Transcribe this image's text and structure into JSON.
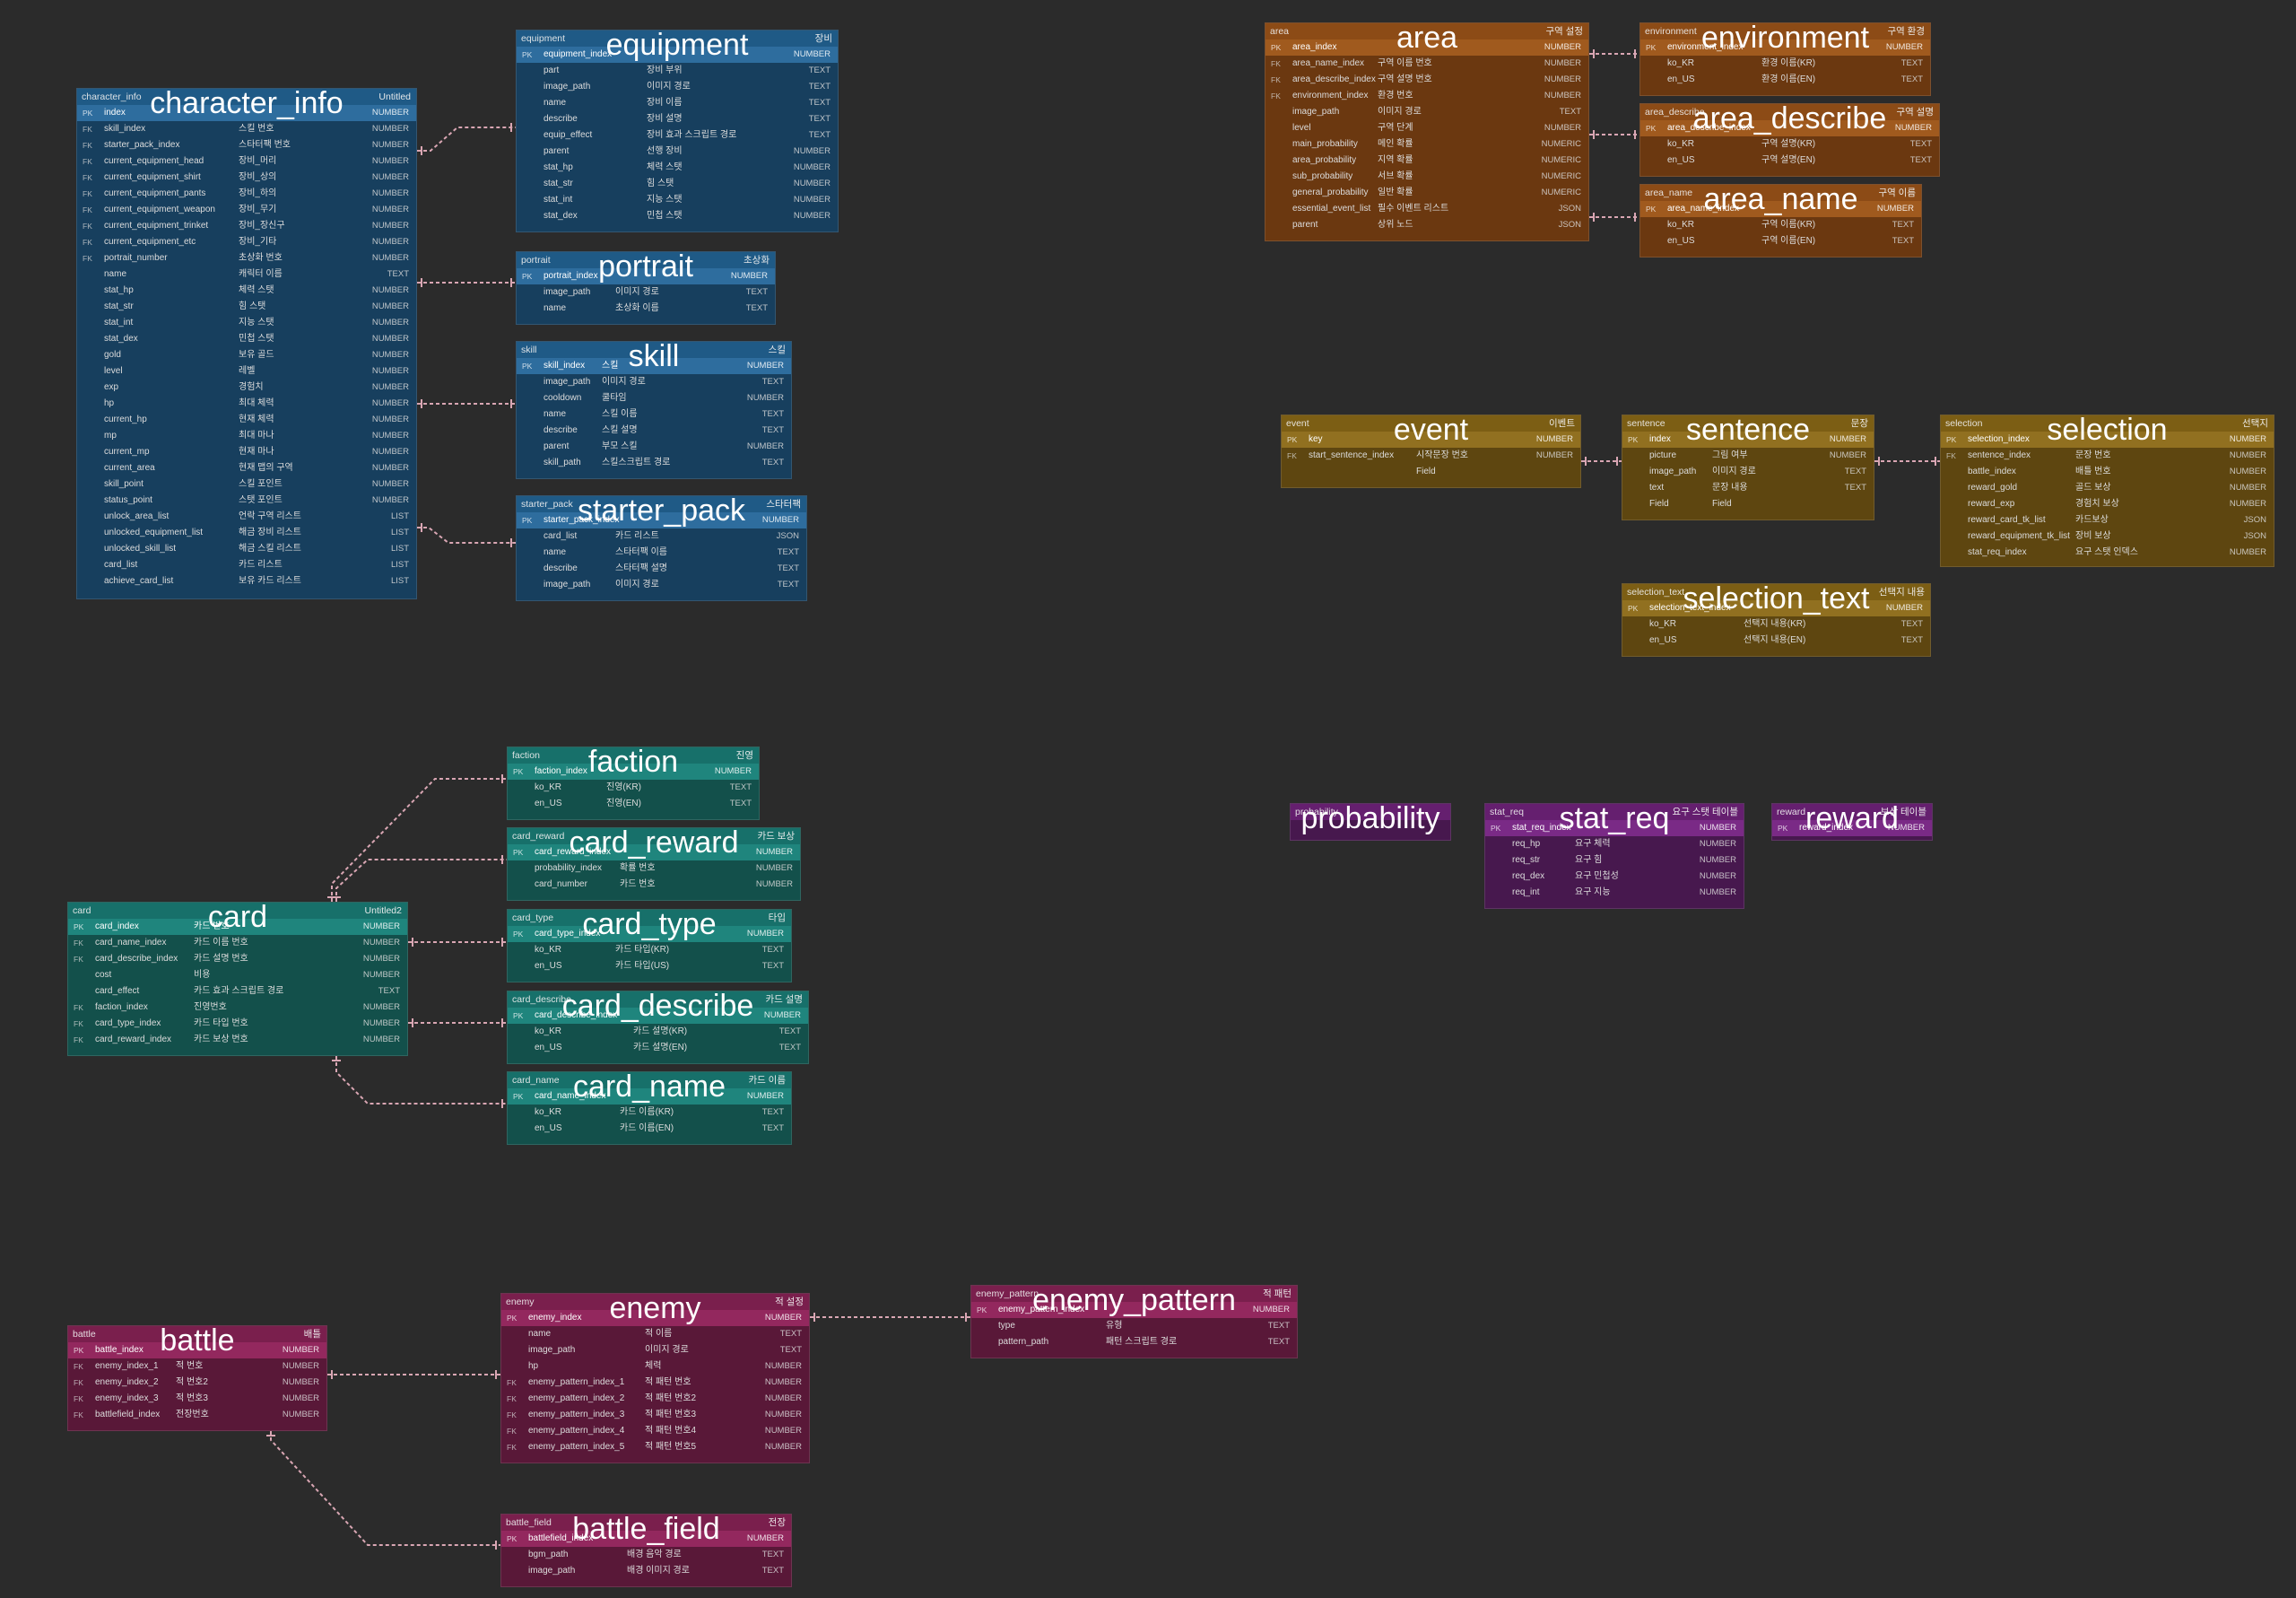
{
  "colors": {
    "background": "#2b2b2b",
    "link": "#d9a6b3"
  },
  "tables": [
    {
      "id": "character_info",
      "title": "character_info",
      "name": "character_info",
      "comment": "Untitled",
      "theme": "blue",
      "rows": [
        [
          "pk",
          "index",
          "",
          "NUMBER"
        ],
        [
          "fk",
          "skill_index",
          "스킬 번호",
          "NUMBER"
        ],
        [
          "fk",
          "starter_pack_index",
          "스타터팩 번호",
          "NUMBER"
        ],
        [
          "fk",
          "current_equipment_head",
          "장비_머리",
          "NUMBER"
        ],
        [
          "fk",
          "current_equipment_shirt",
          "장비_상의",
          "NUMBER"
        ],
        [
          "fk",
          "current_equipment_pants",
          "장비_하의",
          "NUMBER"
        ],
        [
          "fk",
          "current_equipment_weapon",
          "장비_무기",
          "NUMBER"
        ],
        [
          "fk",
          "current_equipment_trinket",
          "장비_장신구",
          "NUMBER"
        ],
        [
          "fk",
          "current_equipment_etc",
          "장비_기타",
          "NUMBER"
        ],
        [
          "fk",
          "portrait_number",
          "초상화 번호",
          "NUMBER"
        ],
        [
          "",
          "name",
          "캐릭터 이름",
          "TEXT"
        ],
        [
          "",
          "stat_hp",
          "체력 스탯",
          "NUMBER"
        ],
        [
          "",
          "stat_str",
          "힘 스탯",
          "NUMBER"
        ],
        [
          "",
          "stat_int",
          "지능 스탯",
          "NUMBER"
        ],
        [
          "",
          "stat_dex",
          "민첩 스탯",
          "NUMBER"
        ],
        [
          "",
          "gold",
          "보유 골드",
          "NUMBER"
        ],
        [
          "",
          "level",
          "레벨",
          "NUMBER"
        ],
        [
          "",
          "exp",
          "경험치",
          "NUMBER"
        ],
        [
          "",
          "hp",
          "최대 체력",
          "NUMBER"
        ],
        [
          "",
          "current_hp",
          "현재 체력",
          "NUMBER"
        ],
        [
          "",
          "mp",
          "최대 마나",
          "NUMBER"
        ],
        [
          "",
          "current_mp",
          "현재 마나",
          "NUMBER"
        ],
        [
          "",
          "current_area",
          "현재 맵의 구역",
          "NUMBER"
        ],
        [
          "",
          "skill_point",
          "스킬 포인트",
          "NUMBER"
        ],
        [
          "",
          "status_point",
          "스탯 포인트",
          "NUMBER"
        ],
        [
          "",
          "unlock_area_list",
          "언락 구역 리스트",
          "LIST"
        ],
        [
          "",
          "unlocked_equipment_list",
          "해금 장비 리스트",
          "LIST"
        ],
        [
          "",
          "unlocked_skill_list",
          "해금 스킬 리스트",
          "LIST"
        ],
        [
          "",
          "card_list",
          "카드 리스트",
          "LIST"
        ],
        [
          "",
          "achieve_card_list",
          "보유 카드 리스트",
          "LIST"
        ]
      ]
    },
    {
      "id": "equipment",
      "title": "equipment",
      "name": "equipment",
      "comment": "장비",
      "theme": "blue",
      "rows": [
        [
          "pk",
          "equipment_index",
          "",
          "NUMBER"
        ],
        [
          "",
          "part",
          "장비 부위",
          "TEXT"
        ],
        [
          "",
          "image_path",
          "이미지 경로",
          "TEXT"
        ],
        [
          "",
          "name",
          "장비 이름",
          "TEXT"
        ],
        [
          "",
          "describe",
          "장비 설명",
          "TEXT"
        ],
        [
          "",
          "equip_effect",
          "장비 효과 스크립트 경로",
          "TEXT"
        ],
        [
          "",
          "parent",
          "선행 장비",
          "NUMBER"
        ],
        [
          "",
          "stat_hp",
          "체력 스탯",
          "NUMBER"
        ],
        [
          "",
          "stat_str",
          "힘 스탯",
          "NUMBER"
        ],
        [
          "",
          "stat_int",
          "지능 스탯",
          "NUMBER"
        ],
        [
          "",
          "stat_dex",
          "민첩 스탯",
          "NUMBER"
        ]
      ]
    },
    {
      "id": "portrait",
      "title": "portrait",
      "name": "portrait",
      "comment": "초상화",
      "theme": "blue",
      "rows": [
        [
          "pk",
          "portrait_index",
          "",
          "NUMBER"
        ],
        [
          "",
          "image_path",
          "이미지 경로",
          "TEXT"
        ],
        [
          "",
          "name",
          "초상화 이름",
          "TEXT"
        ]
      ]
    },
    {
      "id": "skill",
      "title": "skill",
      "name": "skill",
      "comment": "스킬",
      "theme": "blue",
      "rows": [
        [
          "pk",
          "skill_index",
          "스킬",
          "NUMBER"
        ],
        [
          "",
          "image_path",
          "이미지 경로",
          "TEXT"
        ],
        [
          "",
          "cooldown",
          "쿨타임",
          "NUMBER"
        ],
        [
          "",
          "name",
          "스킬 이름",
          "TEXT"
        ],
        [
          "",
          "describe",
          "스킬 설명",
          "TEXT"
        ],
        [
          "",
          "parent",
          "부모 스킬",
          "NUMBER"
        ],
        [
          "",
          "skill_path",
          "스킬스크립트 경로",
          "TEXT"
        ]
      ]
    },
    {
      "id": "starter_pack",
      "title": "starter_pack",
      "name": "starter_pack",
      "comment": "스타터팩",
      "theme": "blue",
      "rows": [
        [
          "pk",
          "starter_pack_index",
          "",
          "NUMBER"
        ],
        [
          "",
          "card_list",
          "카드 리스트",
          "JSON"
        ],
        [
          "",
          "name",
          "스타터팩 이름",
          "TEXT"
        ],
        [
          "",
          "describe",
          "스타터팩 설명",
          "TEXT"
        ],
        [
          "",
          "image_path",
          "이미지 경로",
          "TEXT"
        ]
      ]
    },
    {
      "id": "area",
      "title": "area",
      "name": "area",
      "comment": "구역 설정",
      "theme": "orange",
      "rows": [
        [
          "pk",
          "area_index",
          "",
          "NUMBER"
        ],
        [
          "fk",
          "area_name_index",
          "구역 이름 번호",
          "NUMBER"
        ],
        [
          "fk",
          "area_describe_index",
          "구역 설명 번호",
          "NUMBER"
        ],
        [
          "fk",
          "environment_index",
          "환경 번호",
          "NUMBER"
        ],
        [
          "",
          "image_path",
          "이미지 경로",
          "TEXT"
        ],
        [
          "",
          "level",
          "구역 단계",
          "NUMBER"
        ],
        [
          "",
          "main_probability",
          "메인 확률",
          "NUMERIC"
        ],
        [
          "",
          "area_probability",
          "지역 확률",
          "NUMERIC"
        ],
        [
          "",
          "sub_probability",
          "서브 확률",
          "NUMERIC"
        ],
        [
          "",
          "general_probability",
          "일반 확률",
          "NUMERIC"
        ],
        [
          "",
          "essential_event_list",
          "필수 이벤트 리스트",
          "JSON"
        ],
        [
          "",
          "parent",
          "상위 노드",
          "JSON"
        ]
      ]
    },
    {
      "id": "environment",
      "title": "environment",
      "name": "environment",
      "comment": "구역 환경",
      "theme": "orange",
      "rows": [
        [
          "pk",
          "environment_index",
          "",
          "NUMBER"
        ],
        [
          "",
          "ko_KR",
          "환경 이름(KR)",
          "TEXT"
        ],
        [
          "",
          "en_US",
          "환경 이름(EN)",
          "TEXT"
        ]
      ]
    },
    {
      "id": "area_describe",
      "title": "area_describe",
      "name": "area_describe",
      "comment": "구역 설명",
      "theme": "orange",
      "rows": [
        [
          "pk",
          "area_describe_index",
          "",
          "NUMBER"
        ],
        [
          "",
          "ko_KR",
          "구역 설명(KR)",
          "TEXT"
        ],
        [
          "",
          "en_US",
          "구역 설명(EN)",
          "TEXT"
        ]
      ]
    },
    {
      "id": "area_name",
      "title": "area_name",
      "name": "area_name",
      "comment": "구역 이름",
      "theme": "orange",
      "rows": [
        [
          "pk",
          "area_name_index",
          "",
          "NUMBER"
        ],
        [
          "",
          "ko_KR",
          "구역 이름(KR)",
          "TEXT"
        ],
        [
          "",
          "en_US",
          "구역 이름(EN)",
          "TEXT"
        ]
      ]
    },
    {
      "id": "event",
      "title": "event",
      "name": "event",
      "comment": "이벤트",
      "theme": "gold",
      "rows": [
        [
          "pk",
          "key",
          "",
          "NUMBER"
        ],
        [
          "fk",
          "start_sentence_index",
          "시작문장 번호",
          "NUMBER"
        ],
        [
          "",
          "",
          "Field",
          ""
        ]
      ]
    },
    {
      "id": "sentence",
      "title": "sentence",
      "name": "sentence",
      "comment": "문장",
      "theme": "gold",
      "rows": [
        [
          "pk",
          "index",
          "",
          "NUMBER"
        ],
        [
          "",
          "picture",
          "그림 여부",
          "NUMBER"
        ],
        [
          "",
          "image_path",
          "이미지 경로",
          "TEXT"
        ],
        [
          "",
          "text",
          "문장 내용",
          "TEXT"
        ],
        [
          "",
          "Field",
          "Field",
          ""
        ]
      ]
    },
    {
      "id": "selection",
      "title": "selection",
      "name": "selection",
      "comment": "선택지",
      "theme": "gold",
      "rows": [
        [
          "pk",
          "selection_index",
          "",
          "NUMBER"
        ],
        [
          "fk",
          "sentence_index",
          "문장 번호",
          "NUMBER"
        ],
        [
          "",
          "battle_index",
          "배틀 번호",
          "NUMBER"
        ],
        [
          "",
          "reward_gold",
          "골드 보상",
          "NUMBER"
        ],
        [
          "",
          "reward_exp",
          "경험치 보상",
          "NUMBER"
        ],
        [
          "",
          "reward_card_tk_list",
          "카드보상",
          "JSON"
        ],
        [
          "",
          "reward_equipment_tk_list",
          "장비 보상",
          "JSON"
        ],
        [
          "",
          "stat_req_index",
          "요구 스탯 인덱스",
          "NUMBER"
        ]
      ]
    },
    {
      "id": "selection_text",
      "title": "selection_text",
      "name": "selection_text",
      "comment": "선택지 내용",
      "theme": "gold",
      "rows": [
        [
          "pk",
          "selection_text_index",
          "",
          "NUMBER"
        ],
        [
          "",
          "ko_KR",
          "선택지 내용(KR)",
          "TEXT"
        ],
        [
          "",
          "en_US",
          "선택지 내용(EN)",
          "TEXT"
        ]
      ]
    },
    {
      "id": "faction",
      "title": "faction",
      "name": "faction",
      "comment": "진영",
      "theme": "teal",
      "rows": [
        [
          "pk",
          "faction_index",
          "",
          "NUMBER"
        ],
        [
          "",
          "ko_KR",
          "진영(KR)",
          "TEXT"
        ],
        [
          "",
          "en_US",
          "진영(EN)",
          "TEXT"
        ]
      ]
    },
    {
      "id": "card_reward",
      "title": "card_reward",
      "name": "card_reward",
      "comment": "카드 보상",
      "theme": "teal",
      "rows": [
        [
          "pk",
          "card_reward_index",
          "",
          "NUMBER"
        ],
        [
          "",
          "probability_index",
          "확률 번호",
          "NUMBER"
        ],
        [
          "",
          "card_number",
          "카드 번호",
          "NUMBER"
        ]
      ]
    },
    {
      "id": "card_type",
      "title": "card_type",
      "name": "card_type",
      "comment": "타입",
      "theme": "teal",
      "rows": [
        [
          "pk",
          "card_type_index",
          "",
          "NUMBER"
        ],
        [
          "",
          "ko_KR",
          "카드 타입(KR)",
          "TEXT"
        ],
        [
          "",
          "en_US",
          "카드 타입(US)",
          "TEXT"
        ]
      ]
    },
    {
      "id": "card_describe",
      "title": "card_describe",
      "name": "card_describe",
      "comment": "카드 설명",
      "theme": "teal",
      "rows": [
        [
          "pk",
          "card_describe_index",
          "",
          "NUMBER"
        ],
        [
          "",
          "ko_KR",
          "카드 설명(KR)",
          "TEXT"
        ],
        [
          "",
          "en_US",
          "카드 설명(EN)",
          "TEXT"
        ]
      ]
    },
    {
      "id": "card_name",
      "title": "card_name",
      "name": "card_name",
      "comment": "카드 이름",
      "theme": "teal",
      "rows": [
        [
          "pk",
          "card_name_index",
          "",
          "NUMBER"
        ],
        [
          "",
          "ko_KR",
          "카드 이름(KR)",
          "TEXT"
        ],
        [
          "",
          "en_US",
          "카드 이름(EN)",
          "TEXT"
        ]
      ]
    },
    {
      "id": "card",
      "title": "card",
      "name": "card",
      "comment": "Untitled2",
      "theme": "teal",
      "rows": [
        [
          "pk",
          "card_index",
          "카드 번호",
          "NUMBER"
        ],
        [
          "fk",
          "card_name_index",
          "카드 이름 번호",
          "NUMBER"
        ],
        [
          "fk",
          "card_describe_index",
          "카드 설명 번호",
          "NUMBER"
        ],
        [
          "",
          "cost",
          "비용",
          "NUMBER"
        ],
        [
          "",
          "card_effect",
          "카드 효과 스크립트 경로",
          "TEXT"
        ],
        [
          "fk",
          "faction_index",
          "진영번호",
          "NUMBER"
        ],
        [
          "fk",
          "card_type_index",
          "카드 타입 번호",
          "NUMBER"
        ],
        [
          "fk",
          "card_reward_index",
          "카드 보상 번호",
          "NUMBER"
        ]
      ]
    },
    {
      "id": "probability",
      "title": "probability",
      "name": "probability",
      "comment": "",
      "theme": "purple",
      "rows": []
    },
    {
      "id": "stat_req",
      "title": "stat_req",
      "name": "stat_req",
      "comment": "요구 스탯 테이블",
      "theme": "purple",
      "rows": [
        [
          "pk",
          "stat_req_index",
          "",
          "NUMBER"
        ],
        [
          "",
          "req_hp",
          "요구 체력",
          "NUMBER"
        ],
        [
          "",
          "req_str",
          "요구 힘",
          "NUMBER"
        ],
        [
          "",
          "req_dex",
          "요구 민첩성",
          "NUMBER"
        ],
        [
          "",
          "req_int",
          "요구 지능",
          "NUMBER"
        ]
      ]
    },
    {
      "id": "reward",
      "title": "reward",
      "name": "reward",
      "comment": "보상 테이블",
      "theme": "purple",
      "rows": [
        [
          "pk",
          "reward_index",
          "",
          "NUMBER"
        ]
      ]
    },
    {
      "id": "battle",
      "title": "battle",
      "name": "battle",
      "comment": "배틀",
      "theme": "magenta",
      "rows": [
        [
          "pk",
          "battle_index",
          "",
          "NUMBER"
        ],
        [
          "fk",
          "enemy_index_1",
          "적 번호",
          "NUMBER"
        ],
        [
          "fk",
          "enemy_index_2",
          "적 번호2",
          "NUMBER"
        ],
        [
          "fk",
          "enemy_index_3",
          "적 번호3",
          "NUMBER"
        ],
        [
          "fk",
          "battlefield_index",
          "전장번호",
          "NUMBER"
        ]
      ]
    },
    {
      "id": "enemy",
      "title": "enemy",
      "name": "enemy",
      "comment": "적 설정",
      "theme": "magenta",
      "rows": [
        [
          "pk",
          "enemy_index",
          "",
          "NUMBER"
        ],
        [
          "",
          "name",
          "적 이름",
          "TEXT"
        ],
        [
          "",
          "image_path",
          "이미지 경로",
          "TEXT"
        ],
        [
          "",
          "hp",
          "체력",
          "NUMBER"
        ],
        [
          "fk",
          "enemy_pattern_index_1",
          "적 패턴 번호",
          "NUMBER"
        ],
        [
          "fk",
          "enemy_pattern_index_2",
          "적 패턴 번호2",
          "NUMBER"
        ],
        [
          "fk",
          "enemy_pattern_index_3",
          "적 패턴 번호3",
          "NUMBER"
        ],
        [
          "fk",
          "enemy_pattern_index_4",
          "적 패턴 번호4",
          "NUMBER"
        ],
        [
          "fk",
          "enemy_pattern_index_5",
          "적 패턴 번호5",
          "NUMBER"
        ]
      ]
    },
    {
      "id": "enemy_pattern",
      "title": "enemy_pattern",
      "name": "enemy_pattern",
      "comment": "적 패턴",
      "theme": "magenta",
      "rows": [
        [
          "pk",
          "enemy_pattern_index",
          "",
          "NUMBER"
        ],
        [
          "",
          "type",
          "유형",
          "TEXT"
        ],
        [
          "",
          "pattern_path",
          "패턴 스크립트 경로",
          "TEXT"
        ]
      ]
    },
    {
      "id": "battle_field",
      "title": "battle_field",
      "name": "battle_field",
      "comment": "전장",
      "theme": "magenta",
      "rows": [
        [
          "pk",
          "battlefield_index",
          "",
          "NUMBER"
        ],
        [
          "",
          "bgm_path",
          "배경 음악 경로",
          "TEXT"
        ],
        [
          "",
          "image_path",
          "배경 이미지 경로",
          "TEXT"
        ]
      ]
    }
  ],
  "relations": [
    [
      "character_info",
      "equipment"
    ],
    [
      "character_info",
      "portrait"
    ],
    [
      "character_info",
      "skill"
    ],
    [
      "character_info",
      "starter_pack"
    ],
    [
      "area",
      "environment"
    ],
    [
      "area",
      "area_describe"
    ],
    [
      "area",
      "area_name"
    ],
    [
      "event",
      "sentence"
    ],
    [
      "sentence",
      "selection"
    ],
    [
      "card",
      "faction"
    ],
    [
      "card",
      "card_reward"
    ],
    [
      "card",
      "card_type"
    ],
    [
      "card",
      "card_describe"
    ],
    [
      "card",
      "card_name"
    ],
    [
      "battle",
      "enemy"
    ],
    [
      "enemy",
      "enemy_pattern"
    ],
    [
      "battle",
      "battle_field"
    ]
  ]
}
